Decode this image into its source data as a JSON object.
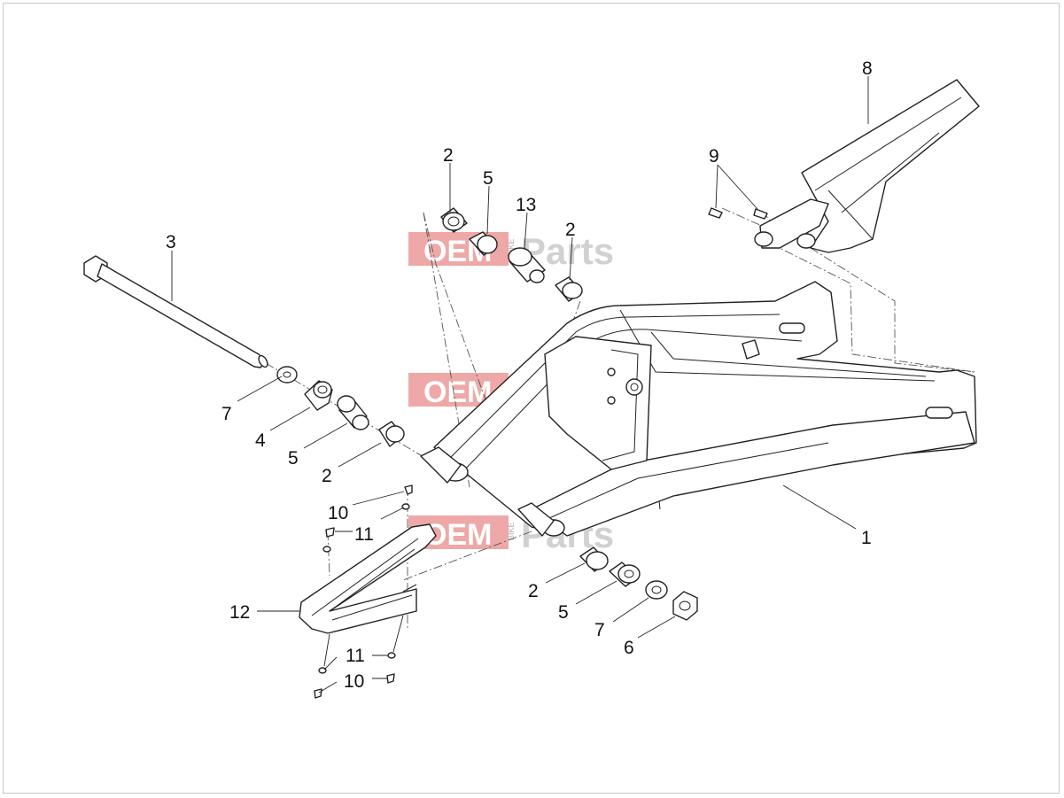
{
  "watermark": {
    "oem": "OEM",
    "bike": "BIKE",
    "parts": "Parts"
  },
  "callouts": [
    {
      "id": "c-8",
      "text": "8"
    },
    {
      "id": "c-9",
      "text": "9"
    },
    {
      "id": "c-2a",
      "text": "2"
    },
    {
      "id": "c-5a",
      "text": "5"
    },
    {
      "id": "c-13",
      "text": "13"
    },
    {
      "id": "c-2b",
      "text": "2"
    },
    {
      "id": "c-3",
      "text": "3"
    },
    {
      "id": "c-7a",
      "text": "7"
    },
    {
      "id": "c-4",
      "text": "4"
    },
    {
      "id": "c-5b",
      "text": "5"
    },
    {
      "id": "c-2c",
      "text": "2"
    },
    {
      "id": "c-10a",
      "text": "10"
    },
    {
      "id": "c-11a",
      "text": "11"
    },
    {
      "id": "c-12",
      "text": "12"
    },
    {
      "id": "c-1",
      "text": "1"
    },
    {
      "id": "c-2d",
      "text": "2"
    },
    {
      "id": "c-5c",
      "text": "5"
    },
    {
      "id": "c-7b",
      "text": "7"
    },
    {
      "id": "c-6",
      "text": "6"
    },
    {
      "id": "c-11b",
      "text": "11"
    },
    {
      "id": "c-10b",
      "text": "10"
    }
  ]
}
